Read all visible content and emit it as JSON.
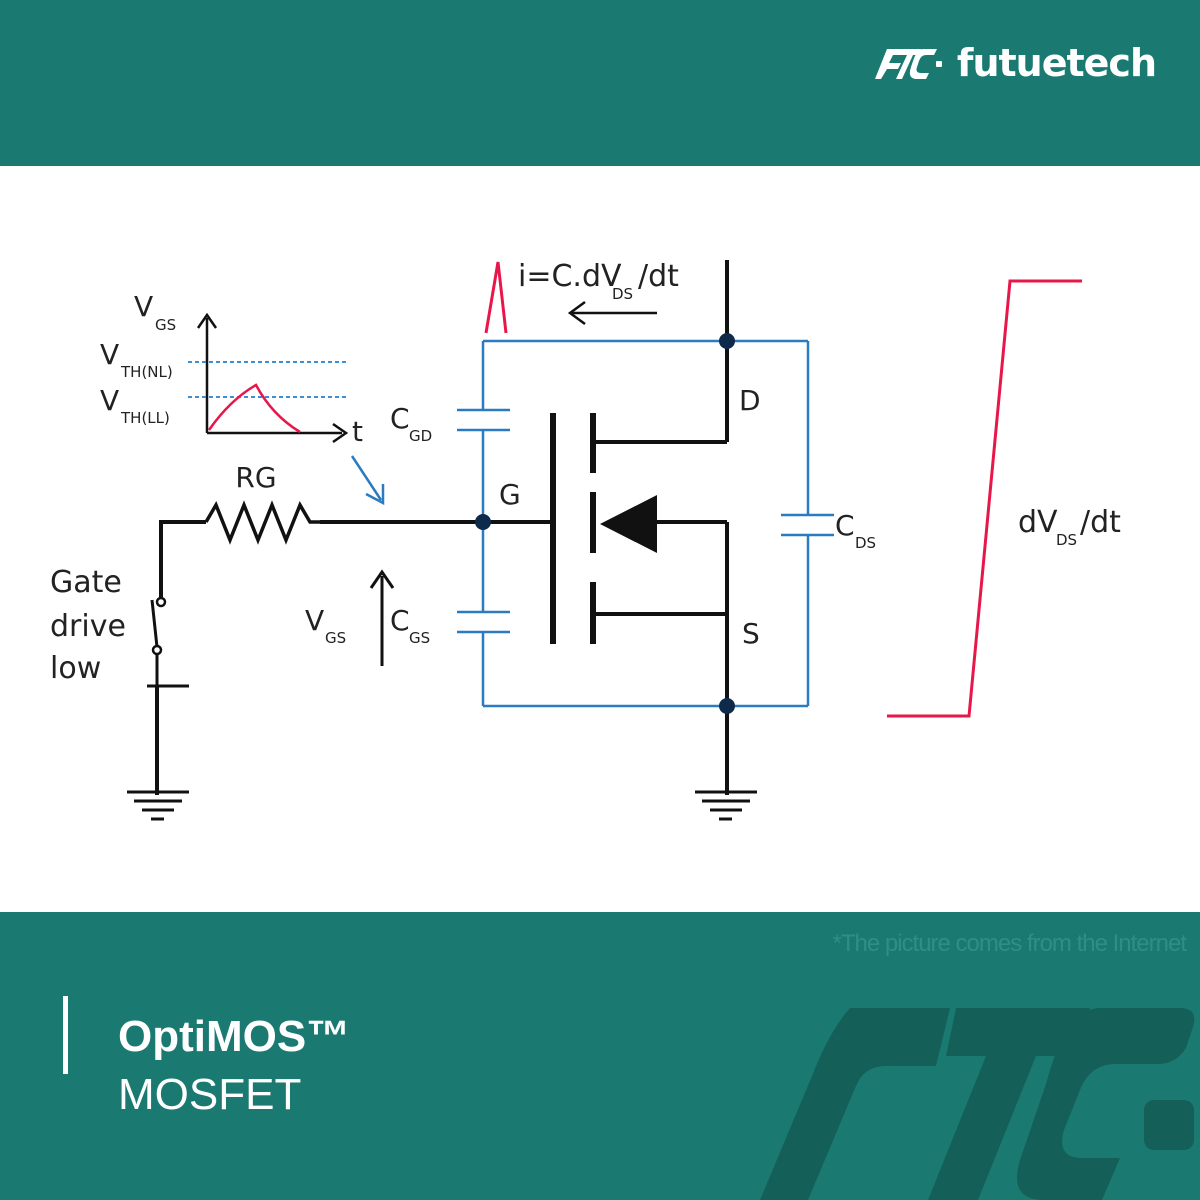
{
  "header": {
    "brand_name": "futuetech",
    "logo_icon": "ftc-logo-icon",
    "background": "#1a7a72"
  },
  "diagram": {
    "vgs_axis_label": "V",
    "vgs_axis_sub": "GS",
    "vth_nl_label": "V",
    "vth_nl_sub": "TH(NL)",
    "vth_ll_label": "V",
    "vth_ll_sub": "TH(LL)",
    "t_axis_label": "t",
    "rg_label": "RG",
    "gate_drive_line1": "Gate",
    "gate_drive_line2": "drive",
    "gate_drive_line3": "low",
    "current_eq_prefix": "i=C.dV",
    "current_eq_sub": "DS",
    "current_eq_suffix": "/dt",
    "cgd_label": "C",
    "cgd_sub": "GD",
    "cgs_label": "C",
    "cgs_sub": "GS",
    "cds_label": "C",
    "cds_sub": "DS",
    "vgs_label": "V",
    "vgs_sub": "GS",
    "g_label": "G",
    "d_label": "D",
    "s_label": "S",
    "dvds_prefix": "dV",
    "dvds_sub": "DS",
    "dvds_suffix": "/dt",
    "colors": {
      "wire": "#111111",
      "parasitic": "#2a7bbf",
      "waveform": "#e8174a",
      "threshold": "#3a8fd6"
    }
  },
  "footer": {
    "credit": "*The picture comes from the Internet",
    "title": "OptiMOS™",
    "subtitle": "MOSFET",
    "watermark_icon": "ftc-logo-watermark-icon",
    "background": "#1a7a72"
  }
}
